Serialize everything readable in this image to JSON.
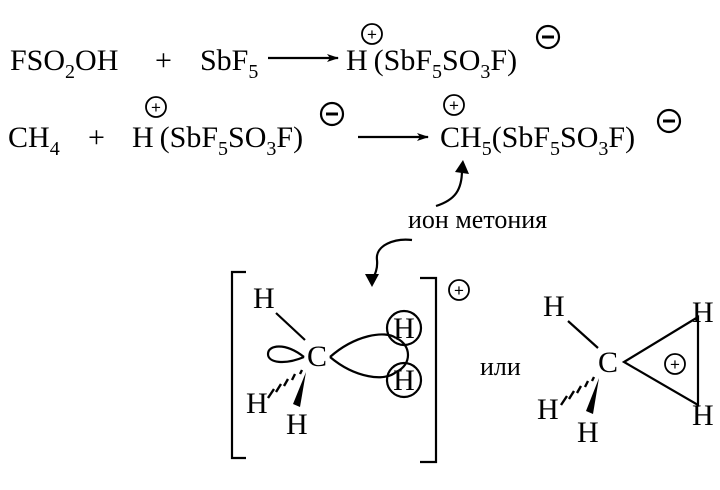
{
  "reaction1": {
    "reactant1": {
      "a": "FSO",
      "s1": "2",
      "b": "OH"
    },
    "plus": "+",
    "reactant2": {
      "a": "SbF",
      "s1": "5"
    },
    "product": {
      "h": "H",
      "a": "(SbF",
      "s1": "5",
      "b": "SO",
      "s2": "3",
      "c": "F)"
    }
  },
  "reaction2": {
    "reactant1": {
      "a": "CH",
      "s1": "4"
    },
    "plus": "+",
    "reactant2": {
      "h": "H",
      "a": "(SbF",
      "s1": "5",
      "b": "SO",
      "s2": "3",
      "c": "F)"
    },
    "product": {
      "a": "CH",
      "s1": "5",
      "b": "(SbF",
      "s2": "5",
      "c": "SO",
      "s3": "3",
      "d": "F)"
    }
  },
  "charges": {
    "plus": "+",
    "minus": "−"
  },
  "annotation": "ион метония",
  "structure_left": {
    "carbon": "C",
    "h_top": "H",
    "h_left": "H",
    "h_bottom": "H",
    "h_ring_top": "H",
    "h_ring_bottom": "H"
  },
  "conjunction": "или",
  "structure_right": {
    "carbon": "C",
    "h_top": "H",
    "h_left": "H",
    "h_bottom": "H",
    "h_tri_top": "H",
    "h_tri_bottom": "H"
  }
}
